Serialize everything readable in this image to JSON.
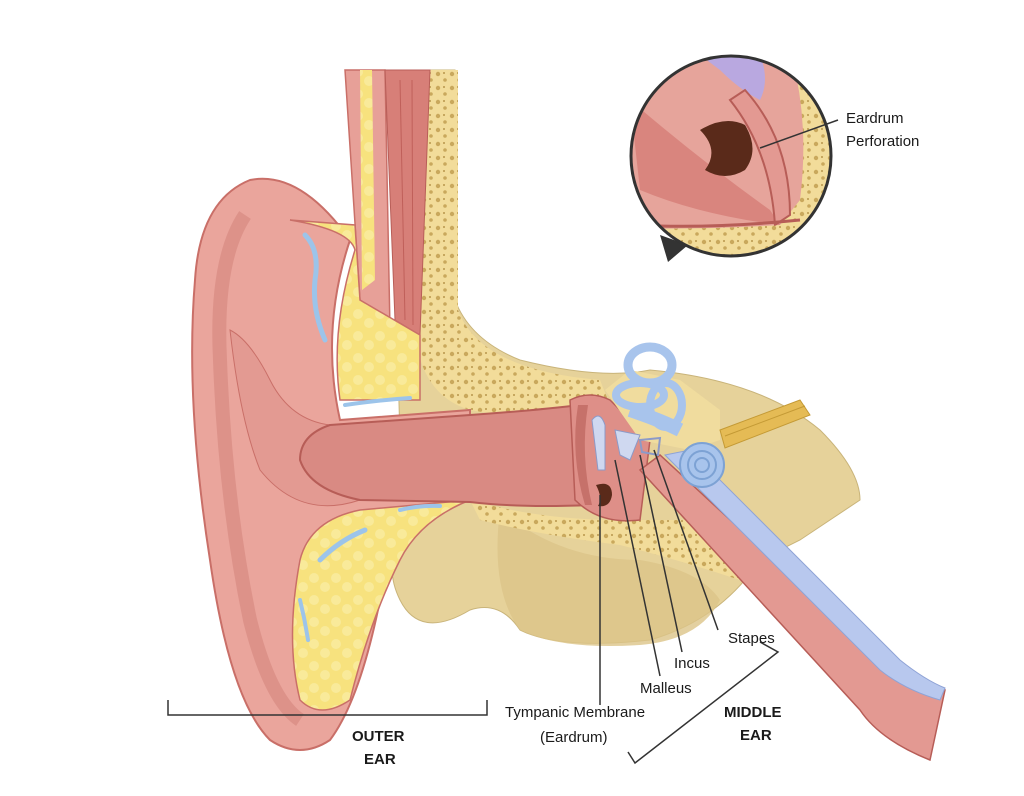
{
  "labels": {
    "eardrum_perforation_line1": "Eardrum",
    "eardrum_perforation_line2": "Perforation",
    "stapes": "Stapes",
    "incus": "Incus",
    "malleus": "Malleus",
    "tympanic_line1": "Tympanic Membrane",
    "tympanic_line2": "(Eardrum)",
    "outer_ear_line1": "OUTER",
    "outer_ear_line2": "EAR",
    "middle_ear_line1": "MIDDLE",
    "middle_ear_line2": "EAR"
  },
  "colors": {
    "skin": "#e9a39a",
    "skin_dark": "#c96f68",
    "cartilage": "#f7e27e",
    "bone": "#e9d49a",
    "bone_shadow": "#d9c28a",
    "canal": "#d4807a",
    "inner_ear": "#a8c4ec",
    "nerve": "#e2b64e",
    "hole": "#5a2a1a",
    "label_line": "#333333"
  }
}
